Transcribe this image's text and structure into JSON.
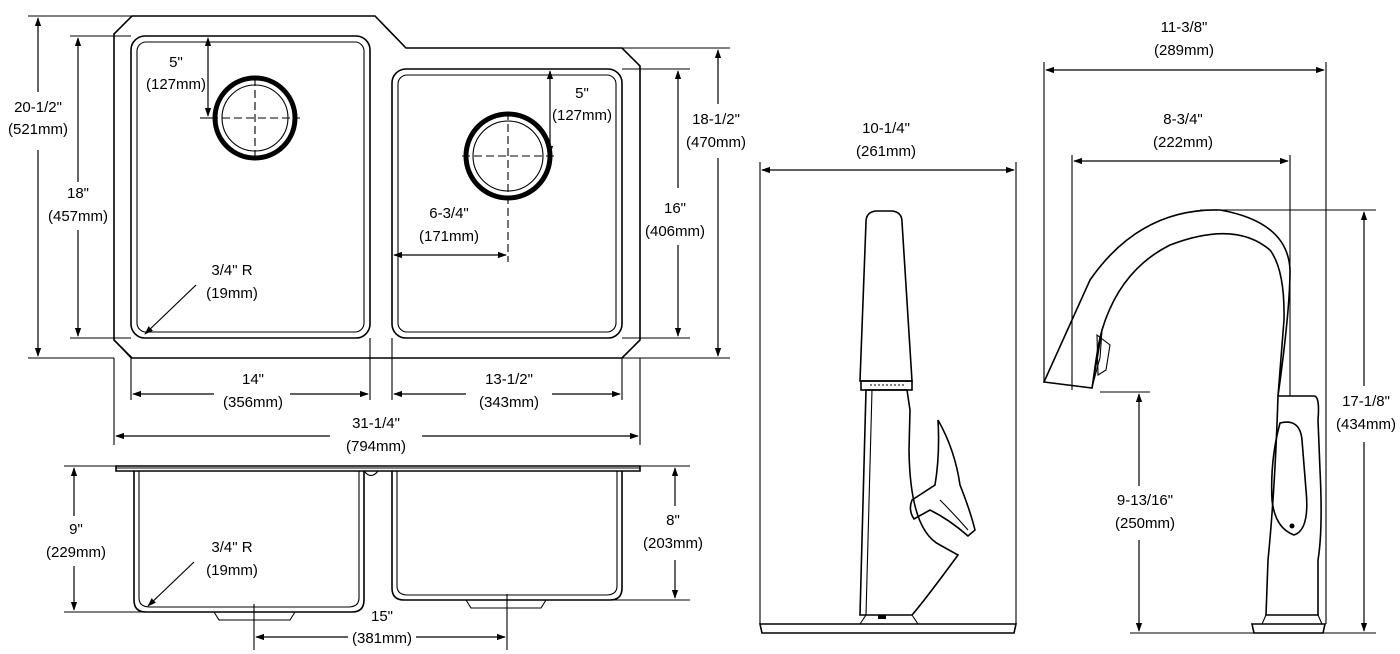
{
  "colors": {
    "line": "#000000",
    "background": "#ffffff"
  },
  "sink_top": {
    "overall_height": {
      "imperial": "20-1/2\"",
      "metric": "(521mm)"
    },
    "left_bowl_height": {
      "imperial": "18\"",
      "metric": "(457mm)"
    },
    "drain_offset_left": {
      "imperial": "5\"",
      "metric": "(127mm)"
    },
    "drain_offset_right": {
      "imperial": "5\"",
      "metric": "(127mm)"
    },
    "drain_from_edge": {
      "imperial": "6-3/4\"",
      "metric": "(171mm)"
    },
    "corner_radius": {
      "imperial": "3/4\" R",
      "metric": "(19mm)"
    },
    "right_bowl_height": {
      "imperial": "16\"",
      "metric": "(406mm)"
    },
    "right_overall_height": {
      "imperial": "18-1/2\"",
      "metric": "(470mm)"
    },
    "left_bowl_width": {
      "imperial": "14\"",
      "metric": "(356mm)"
    },
    "right_bowl_width": {
      "imperial": "13-1/2\"",
      "metric": "(343mm)"
    },
    "overall_width": {
      "imperial": "31-1/4\"",
      "metric": "(794mm)"
    }
  },
  "sink_side": {
    "left_depth": {
      "imperial": "9\"",
      "metric": "(229mm)"
    },
    "corner_radius": {
      "imperial": "3/4\" R",
      "metric": "(19mm)"
    },
    "right_depth": {
      "imperial": "8\"",
      "metric": "(203mm)"
    },
    "drain_spacing": {
      "imperial": "15\"",
      "metric": "(381mm)"
    }
  },
  "faucet_front": {
    "deck_width": {
      "imperial": "10-1/4\"",
      "metric": "(261mm)"
    }
  },
  "faucet_side": {
    "reach_overall": {
      "imperial": "11-3/8\"",
      "metric": "(289mm)"
    },
    "spout_reach": {
      "imperial": "8-3/4\"",
      "metric": "(222mm)"
    },
    "spout_height": {
      "imperial": "9-13/16\"",
      "metric": "(250mm)"
    },
    "overall_height": {
      "imperial": "17-1/8\"",
      "metric": "(434mm)"
    }
  }
}
